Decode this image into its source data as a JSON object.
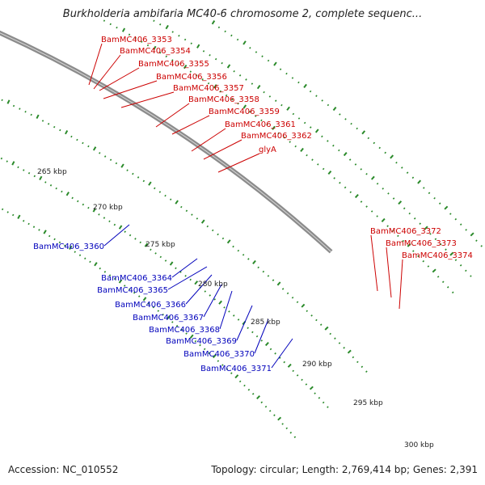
{
  "title": "Burkholderia ambifaria MC40-6 chromosome 2, complete sequenc...",
  "footer": {
    "accession": "Accession: NC_010552",
    "topology": "Topology: circular; Length: 2,769,414 bp; Genes: 2,391"
  },
  "colors": {
    "backbone": "#8c8c8c",
    "tick": "#2a8a2a",
    "forward_label": "#cc0000",
    "reverse_label": "#0000bb",
    "red": "#ee1111",
    "blue": "#1111ee",
    "lightblue": "#4f86b8",
    "cyan": "#22e8e8",
    "navy": "#1a1a80",
    "gray": "#b0b0b0",
    "green": "#8fcc33",
    "orange": "#ff9900",
    "khaki": "#c8c080"
  },
  "scale_labels": [
    "265 kbp",
    "270 kbp",
    "275 kbp",
    "280 kbp",
    "285 kbp",
    "290 kbp",
    "295 kbp",
    "300 kbp"
  ],
  "forward_labels": [
    "BamMC406_3353",
    "BamMC406_3354",
    "BamMC406_3355",
    "BamMC406_3356",
    "BamMC406_3357",
    "BamMC406_3358",
    "BamMC406_3359",
    "BamMC406_3361",
    "BamMC406_3362",
    "glyA",
    "BamMC406_3372",
    "BamMC406_3373",
    "BamMC406_3374"
  ],
  "reverse_labels": [
    "BamMC406_3360",
    "BamMC406_3364",
    "BamMC406_3365",
    "BamMC406_3366",
    "BamMC406_3367",
    "BamMC406_3368",
    "BamMC406_3369",
    "BamMC406_3370",
    "BamMC406_3371"
  ]
}
